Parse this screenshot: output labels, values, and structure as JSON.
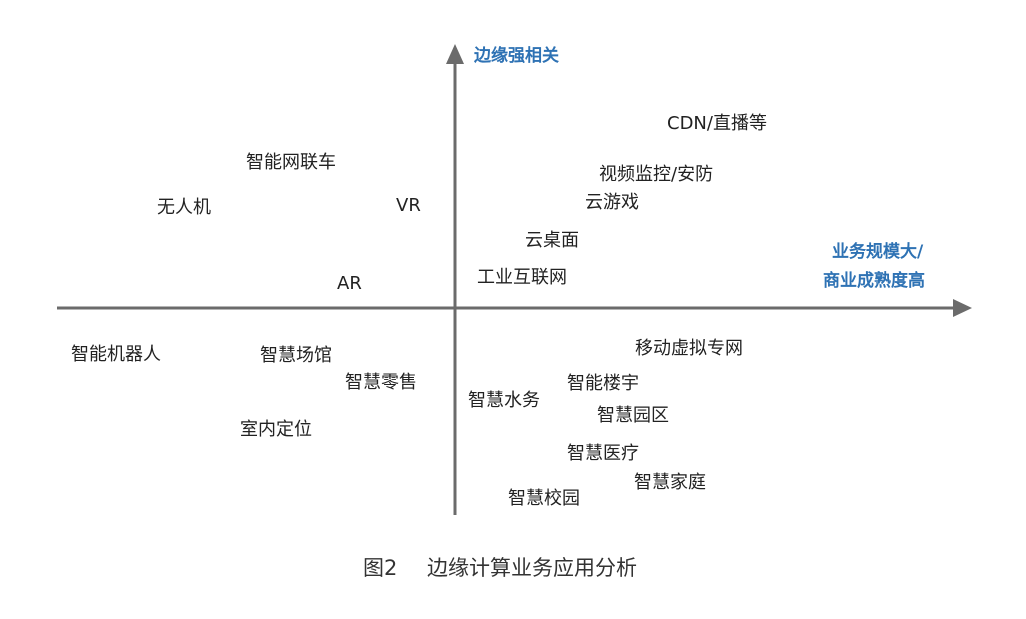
{
  "diagram": {
    "caption_label": "图2",
    "caption_title": "边缘计算业务应用分析",
    "axes": {
      "y_title": "边缘强相关",
      "x_title_line1": "业务规模大/",
      "x_title_line2": "商业成熟度高"
    },
    "labels": {
      "cdn_live": "CDN/直播等",
      "video_security": "视频监控/安防",
      "cloud_gaming": "云游戏",
      "cloud_desktop": "云桌面",
      "industrial_internet": "工业互联网",
      "connected_car": "智能网联车",
      "drone": "无人机",
      "vr": "VR",
      "ar": "AR",
      "robot": "智能机器人",
      "smart_venue": "智慧场馆",
      "smart_retail": "智慧零售",
      "indoor_positioning": "室内定位",
      "mobile_private_network": "移动虚拟专网",
      "smart_building": "智能楼宇",
      "smart_water": "智慧水务",
      "smart_park": "智慧园区",
      "smart_medical": "智慧医疗",
      "smart_home": "智慧家庭",
      "smart_campus": "智慧校园"
    },
    "colors": {
      "axis": "#6b6b6b",
      "axis_title": "#2e72b4",
      "label": "#222222"
    }
  }
}
